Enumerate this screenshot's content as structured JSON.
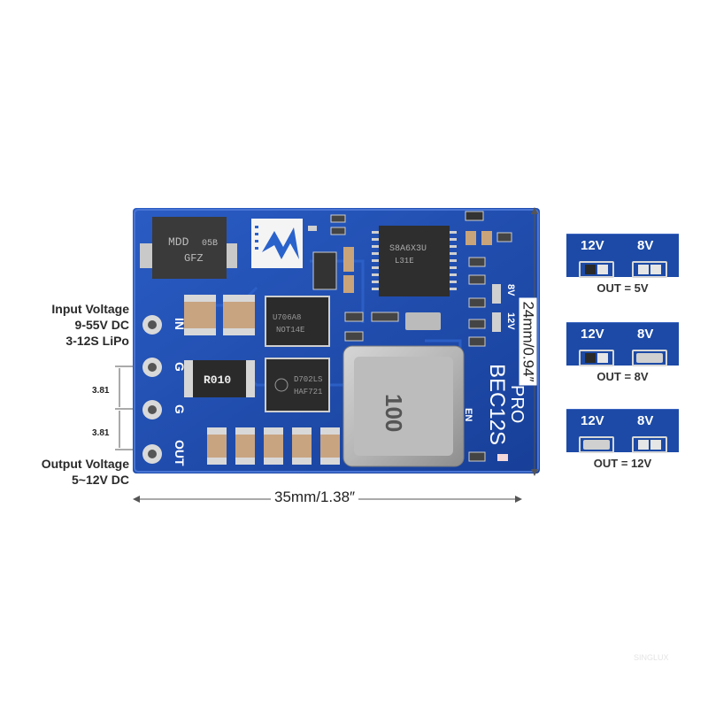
{
  "labels": {
    "input_voltage": "Input Voltage",
    "input_range": "9-55V DC",
    "input_lipo": "3-12S LiPo",
    "output_voltage": "Output Voltage",
    "output_range": "5~12V DC",
    "pitch_1": "3.81",
    "pitch_2": "3.81",
    "width_dim": "35mm/1.38″",
    "height_dim": "24mm/0.94″"
  },
  "board": {
    "pads": [
      "IN",
      "G",
      "G",
      "OUT"
    ],
    "title": "BEC12S",
    "subtitle": "PRO",
    "diode_text_1": "MDD",
    "diode_text_2": "05B",
    "diode_text_3": "GFZ",
    "resistor_text": "R010",
    "ic_top_text_1": "S8A6X3U",
    "ic_top_text_2": "L31E",
    "mosfet_1_text_1": "U706A8",
    "mosfet_1_text_2": "NOT14E",
    "mosfet_2_text_1": "D702LS",
    "mosfet_2_text_2": "HAF721",
    "inductor_text": "100",
    "jumper_12v": "12V",
    "jumper_8v": "8V",
    "en_label": "EN"
  },
  "jumpers": [
    {
      "label_12v": "12V",
      "label_8v": "8V",
      "caption": "OUT = 5V",
      "bridged": "none"
    },
    {
      "label_12v": "12V",
      "label_8v": "8V",
      "caption": "OUT = 8V",
      "bridged": "8v"
    },
    {
      "label_12v": "12V",
      "label_8v": "8V",
      "caption": "OUT = 12V",
      "bridged": "12v"
    }
  ],
  "watermark": "SINGLUX",
  "colors": {
    "pcb_blue": "#1f4fb4",
    "pcb_dark": "#143d92",
    "silkscreen": "#ffffff",
    "pad_metal": "#d9d9d9",
    "inductor": "#bfbfbf"
  }
}
